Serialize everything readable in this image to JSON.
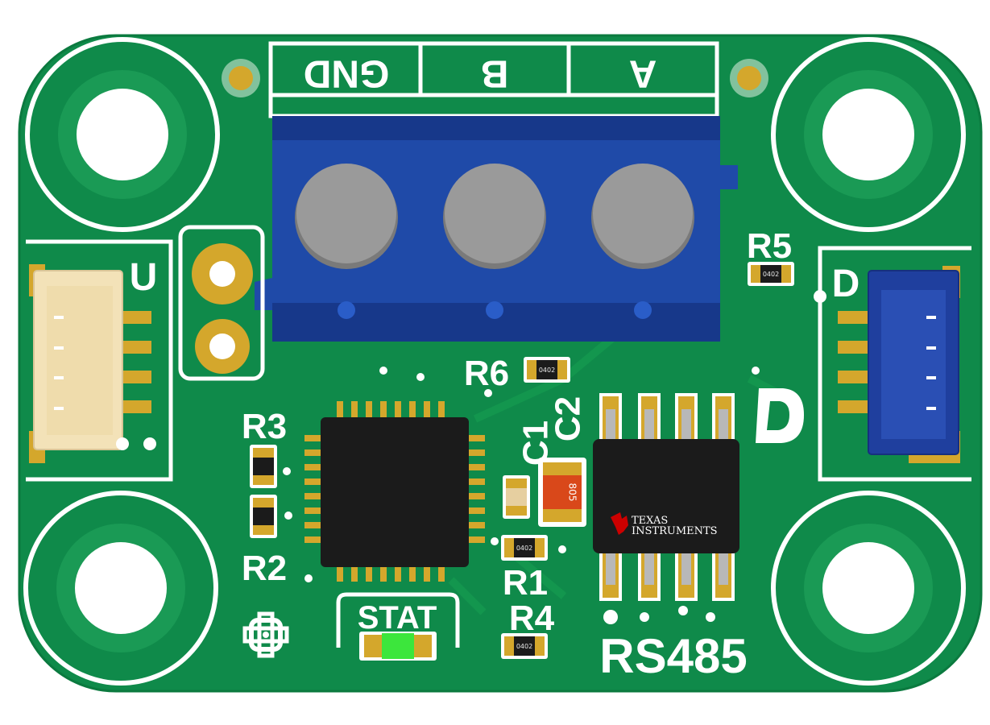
{
  "board": {
    "terminal_labels": [
      "GND",
      "B",
      "A"
    ],
    "connectors": {
      "left": "U",
      "right": "D"
    },
    "components": {
      "r1": "R1",
      "r2": "R2",
      "r3": "R3",
      "r4": "R4",
      "r5": "R5",
      "r6": "R6",
      "c1": "C1",
      "c2": "C2"
    },
    "package_0402": "0402",
    "package_805": "805",
    "led_label": "STAT",
    "board_title": "RS485",
    "ic_brand_line1": "Texas",
    "ic_brand_line2": "Instruments"
  },
  "colors": {
    "pcb": "#0f8a4a",
    "pcb_trace": "#14994f",
    "silkscreen": "#ffffff",
    "terminal_block": "#1f4aa8",
    "screw": "#9a9a9a",
    "gold": "#d4a72c",
    "ic_body": "#1b1b1b",
    "led": "#3ce63c",
    "capacitor_805": "#d9481a",
    "connector_left": "#f3e2b8",
    "connector_right": "#1f3f9e",
    "ti_red": "#cc0000"
  }
}
